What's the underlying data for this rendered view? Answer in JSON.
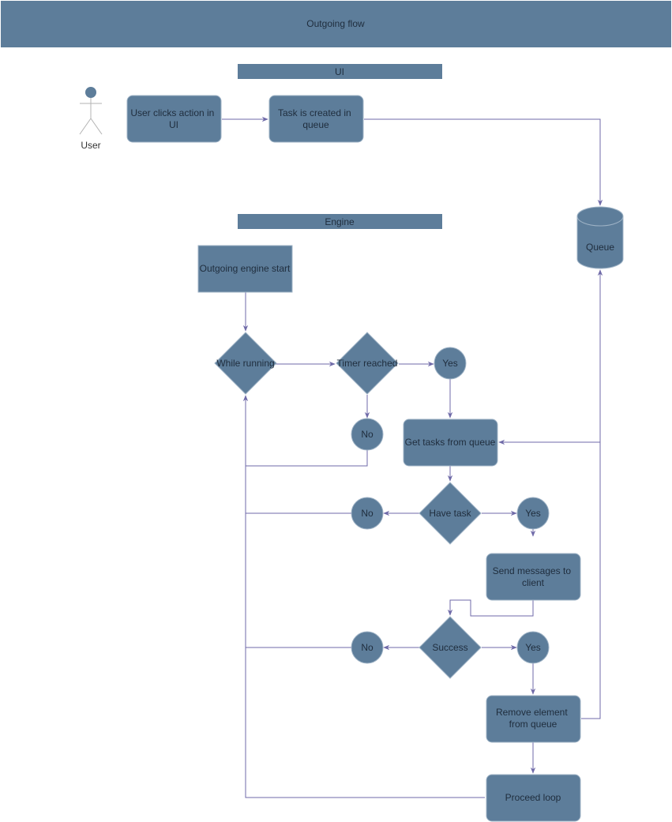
{
  "header": {
    "title": "Outgoing flow"
  },
  "lanes": {
    "ui": "UI",
    "engine": "Engine"
  },
  "actor": {
    "label": "User"
  },
  "nodes": {
    "user_clicks": [
      "User clicks action in",
      "UI"
    ],
    "task_created": [
      "Task is created in",
      "queue"
    ],
    "queue": "Queue",
    "engine_start": "Outgoing engine start",
    "while_running": "While running",
    "timer_reached": "Timer reached",
    "timer_yes": "Yes",
    "timer_no": "No",
    "get_tasks": "Get tasks from queue",
    "have_task": "Have task",
    "have_task_no": "No",
    "have_task_yes": "Yes",
    "send_messages": [
      "Send messages to",
      "client"
    ],
    "success": "Success",
    "success_no": "No",
    "success_yes": "Yes",
    "remove_element": [
      "Remove element",
      "from queue"
    ],
    "proceed_loop": "Proceed loop"
  },
  "colors": {
    "node_fill": "#5d7d9a",
    "node_stroke": "#9fb3c6",
    "edge": "#6f6aa8",
    "text": "#1f2d3d",
    "actor_head": "#5d7d9a",
    "actor_body": "#b3b3b3"
  }
}
